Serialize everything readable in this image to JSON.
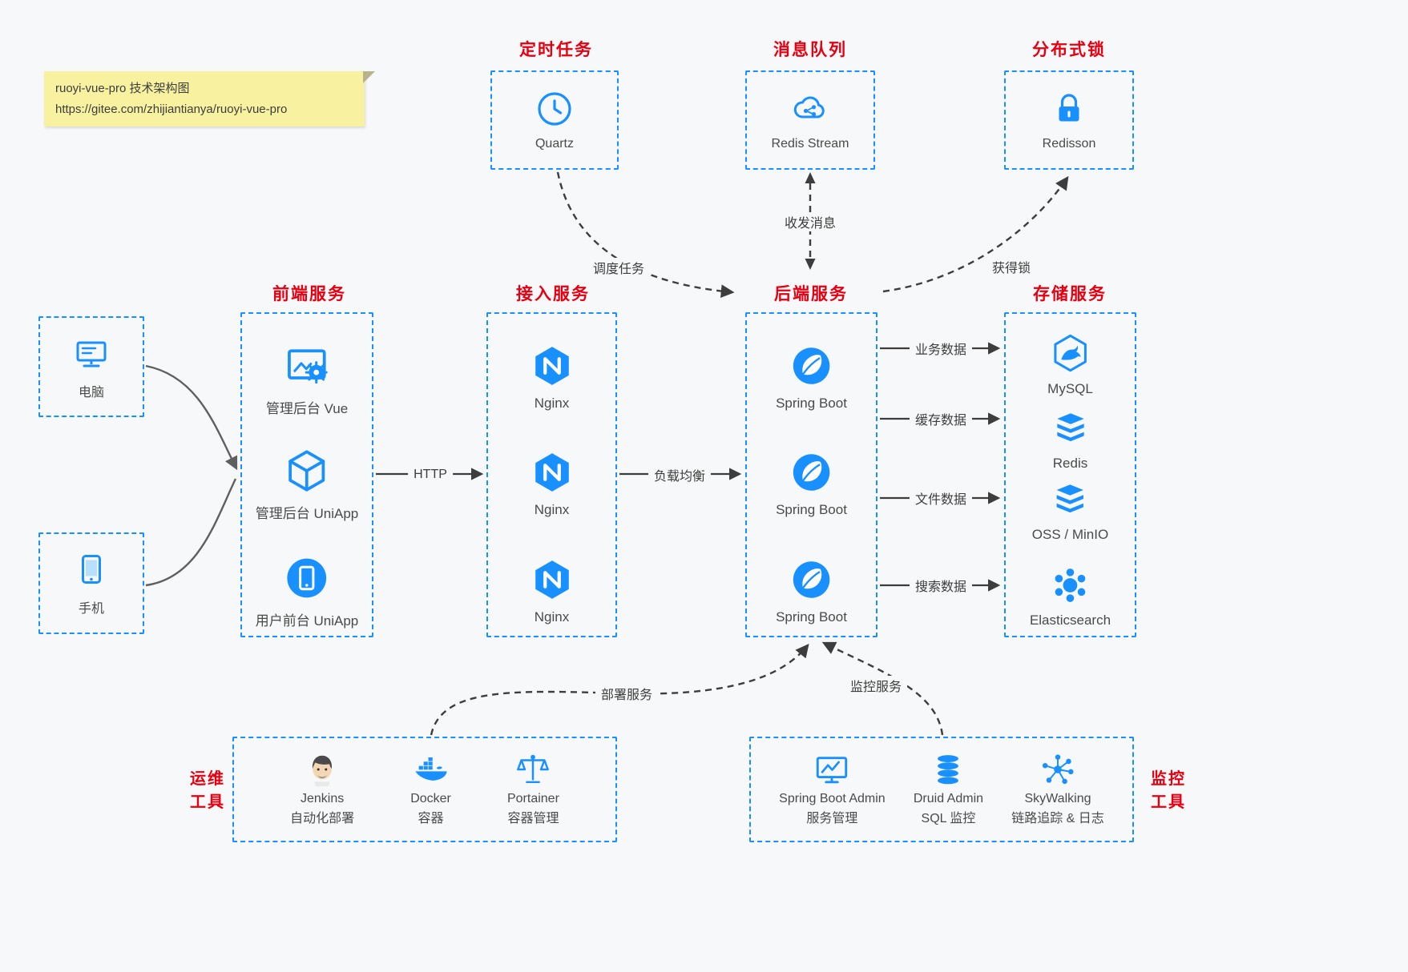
{
  "colors": {
    "accent_blue": "#1890ff",
    "title_red": "#e60012",
    "note_yellow": "#f8f1a0",
    "background": "#f7f8f9"
  },
  "note": {
    "line1": "ruoyi-vue-pro 技术架构图",
    "line2": "https://gitee.com/zhijiantianya/ruoyi-vue-pro"
  },
  "top_boxes": [
    {
      "title": "定时任务",
      "icon": "clock-icon",
      "label": "Quartz"
    },
    {
      "title": "消息队列",
      "icon": "cloud-share-icon",
      "label": "Redis Stream"
    },
    {
      "title": "分布式锁",
      "icon": "lock-icon",
      "label": "Redisson"
    }
  ],
  "clients": [
    {
      "icon": "desktop-icon",
      "label": "电脑"
    },
    {
      "icon": "smartphone-icon",
      "label": "手机"
    }
  ],
  "columns": [
    {
      "title": "前端服务",
      "items": [
        {
          "icon": "admin-window-icon",
          "label": "管理后台 Vue"
        },
        {
          "icon": "uniapp-cube-icon",
          "label": "管理后台 UniApp"
        },
        {
          "icon": "mobile-app-icon",
          "label": "用户前台 UniApp"
        }
      ]
    },
    {
      "title": "接入服务",
      "items": [
        {
          "icon": "nginx-icon",
          "label": "Nginx"
        },
        {
          "icon": "nginx-icon",
          "label": "Nginx"
        },
        {
          "icon": "nginx-icon",
          "label": "Nginx"
        }
      ]
    },
    {
      "title": "后端服务",
      "items": [
        {
          "icon": "spring-boot-icon",
          "label": "Spring Boot"
        },
        {
          "icon": "spring-boot-icon",
          "label": "Spring Boot"
        },
        {
          "icon": "spring-boot-icon",
          "label": "Spring Boot"
        }
      ]
    },
    {
      "title": "存储服务",
      "items": [
        {
          "icon": "mysql-icon",
          "label": "MySQL"
        },
        {
          "icon": "redis-stack-icon",
          "label": "Redis"
        },
        {
          "icon": "storage-stack-icon",
          "label": "OSS / MinIO"
        },
        {
          "icon": "elasticsearch-icon",
          "label": "Elasticsearch"
        }
      ]
    }
  ],
  "bottom_boxes": [
    {
      "title_line1": "运维",
      "title_line2": "工具",
      "items": [
        {
          "icon": "jenkins-icon",
          "label1": "Jenkins",
          "label2": "自动化部署"
        },
        {
          "icon": "docker-icon",
          "label1": "Docker",
          "label2": "容器"
        },
        {
          "icon": "portainer-icon",
          "label1": "Portainer",
          "label2": "容器管理"
        }
      ]
    },
    {
      "title_line1": "监控",
      "title_line2": "工具",
      "items": [
        {
          "icon": "spring-boot-admin-icon",
          "label1": "Spring Boot Admin",
          "label2": "服务管理"
        },
        {
          "icon": "druid-icon",
          "label1": "Druid Admin",
          "label2": "SQL 监控"
        },
        {
          "icon": "skywalking-icon",
          "label1": "SkyWalking",
          "label2": "链路追踪 & 日志"
        }
      ]
    }
  ],
  "edges": {
    "schedule": "调度任务",
    "message": "收发消息",
    "lock": "获得锁",
    "http": "HTTP",
    "load_balance": "负载均衡",
    "business_data": "业务数据",
    "cache_data": "缓存数据",
    "file_data": "文件数据",
    "search_data": "搜索数据",
    "deploy": "部署服务",
    "monitor": "监控服务"
  }
}
